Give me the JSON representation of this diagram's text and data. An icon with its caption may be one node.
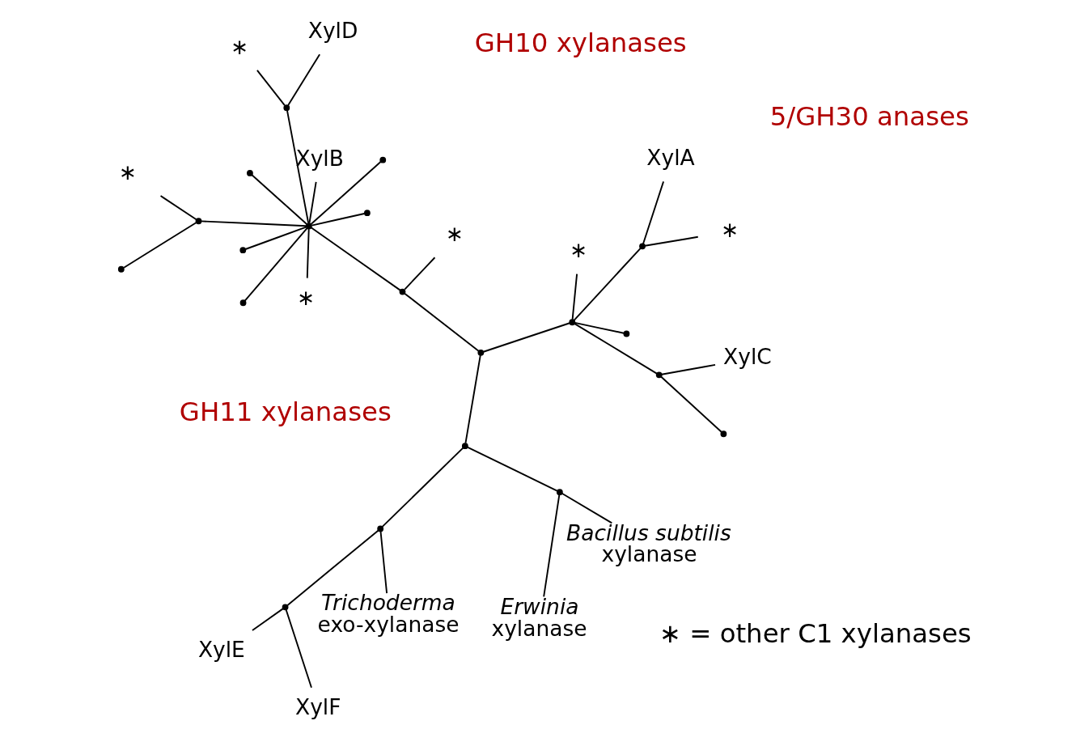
{
  "diagram": {
    "nodes": [
      {
        "text": [],
        "shape": "point"
      },
      {
        "text": [],
        "shape": "point"
      },
      {
        "text": [],
        "shape": "point"
      },
      {
        "text": [
          "*Erwinia* xylanase"
        ]
      },
      {
        "text": [
          "*Bacillus subtilis* xylanase"
        ]
      },
      {
        "text": [],
        "shape": "point"
      },
      {
        "text": [],
        "shape": "point"
      },
      {
        "text": [
          "XylE"
        ]
      },
      {
        "text": [
          "XylF"
        ]
      },
      {
        "text": [
          "*Trichoderma* exo-xylanase"
        ]
      },
      {
        "text": [],
        "shape": "point"
      },
      {
        "text": [],
        "shape": "point"
      },
      {
        "text": [
          "∗"
        ]
      },
      {
        "text": [
          "XylA"
        ]
      },
      {
        "text": [],
        "shape": "point"
      },
      {
        "text": [
          "XylC"
        ]
      },
      {
        "text": [
          "∗"
        ]
      },
      {
        "text": [],
        "shape": "point"
      },
      {
        "text": [
          "∗"
        ]
      },
      {
        "text": [],
        "shape": "point"
      },
      {
        "text": [],
        "shape": "point"
      },
      {
        "text": [
          "∗"
        ]
      },
      {
        "text": [],
        "shape": "point"
      },
      {
        "text": [
          "∗"
        ]
      },
      {
        "text": [
          "XylD"
        ]
      },
      {
        "text": [
          "XylB"
        ]
      },
      {
        "text": [
          "∗"
        ]
      },
      {
        "text": [],
        "shape": "point"
      },
      {
        "text": [],
        "shape": "point"
      },
      {
        "text": [],
        "shape": "point"
      },
      {
        "text": [],
        "shape": "point"
      },
      {
        "text": [],
        "shape": "point"
      },
      {
        "text": [],
        "shape": "point"
      },
      {
        "text": [],
        "shape": "point"
      },
      {
        "text": [],
        "shape": "point"
      }
    ],
    "edges": [
      {
        "from": 0,
        "to": 1,
        "arrow": "none"
      },
      {
        "from": 0,
        "to": 10,
        "arrow": "none"
      },
      {
        "from": 0,
        "to": 17,
        "arrow": "none"
      },
      {
        "from": 1,
        "to": 2,
        "arrow": "none"
      },
      {
        "from": 2,
        "to": 3,
        "arrow": "none"
      },
      {
        "from": 2,
        "to": 4,
        "arrow": "none"
      },
      {
        "from": 1,
        "to": 5,
        "arrow": "none"
      },
      {
        "from": 5,
        "to": 6,
        "arrow": "none"
      },
      {
        "from": 6,
        "to": 7,
        "arrow": "none"
      },
      {
        "from": 6,
        "to": 8,
        "arrow": "none"
      },
      {
        "from": 5,
        "to": 9,
        "arrow": "none"
      },
      {
        "from": 10,
        "to": 11,
        "arrow": "none"
      },
      {
        "from": 11,
        "to": 12,
        "arrow": "none"
      },
      {
        "from": 11,
        "to": 13,
        "arrow": "none"
      },
      {
        "from": 10,
        "to": 14,
        "arrow": "none"
      },
      {
        "from": 14,
        "to": 15,
        "arrow": "none"
      },
      {
        "from": 14,
        "to": 27,
        "arrow": "none"
      },
      {
        "from": 10,
        "to": 16,
        "arrow": "none"
      },
      {
        "from": 10,
        "to": 28,
        "arrow": "none"
      },
      {
        "from": 17,
        "to": 18,
        "arrow": "none"
      },
      {
        "from": 17,
        "to": 19,
        "arrow": "none"
      },
      {
        "from": 19,
        "to": 29,
        "arrow": "none"
      },
      {
        "from": 19,
        "to": 30,
        "arrow": "none"
      },
      {
        "from": 19,
        "to": 31,
        "arrow": "none"
      },
      {
        "from": 19,
        "to": 22,
        "arrow": "none"
      },
      {
        "from": 22,
        "to": 23,
        "arrow": "none"
      },
      {
        "from": 22,
        "to": 24,
        "arrow": "none"
      },
      {
        "from": 19,
        "to": 32,
        "arrow": "none"
      },
      {
        "from": 19,
        "to": 25,
        "arrow": "none"
      },
      {
        "from": 19,
        "to": 26,
        "arrow": "none"
      },
      {
        "from": 19,
        "to": 33,
        "arrow": "none"
      },
      {
        "from": 19,
        "to": 20,
        "arrow": "none"
      },
      {
        "from": 20,
        "to": 34,
        "arrow": "none"
      },
      {
        "from": 20,
        "to": 21,
        "arrow": "none"
      }
    ],
    "labels": [
      "5/GH30 anases",
      "GH10 xylanases",
      "GH11 xylanases",
      "∗ = other C1 xylanases"
    ]
  }
}
